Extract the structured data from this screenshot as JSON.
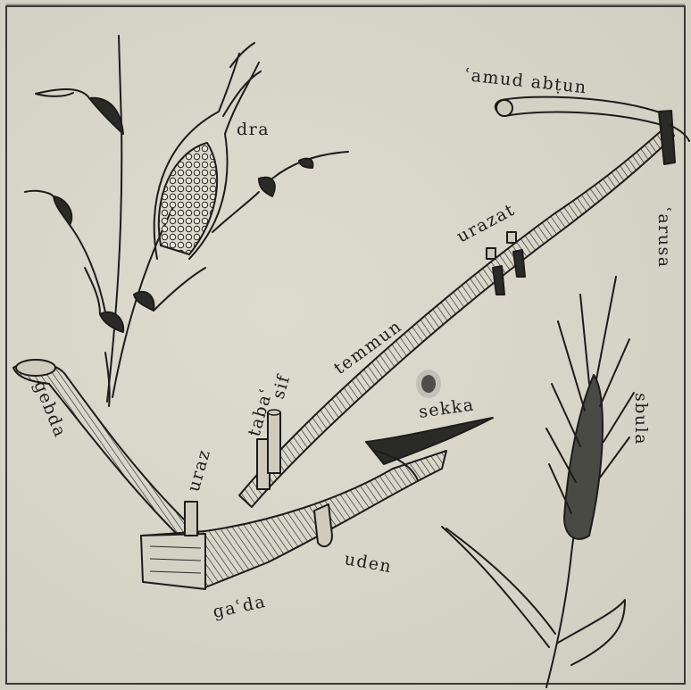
{
  "labels": {
    "dra": "dra",
    "amud_abtun": "ʿamud abṭun",
    "arusa": "ʿarusa",
    "urazat": "urazat",
    "temmun": "temmun",
    "tabac": "tabaʿ",
    "sif": "sif",
    "sekka": "sekka",
    "gebda": "gebda",
    "uraz": "uraz",
    "uden": "uden",
    "gacda": "gaʿda",
    "sbula": "sbula"
  },
  "colors": {
    "paper": "#d9d8cc",
    "ink": "#1c1c1a"
  }
}
